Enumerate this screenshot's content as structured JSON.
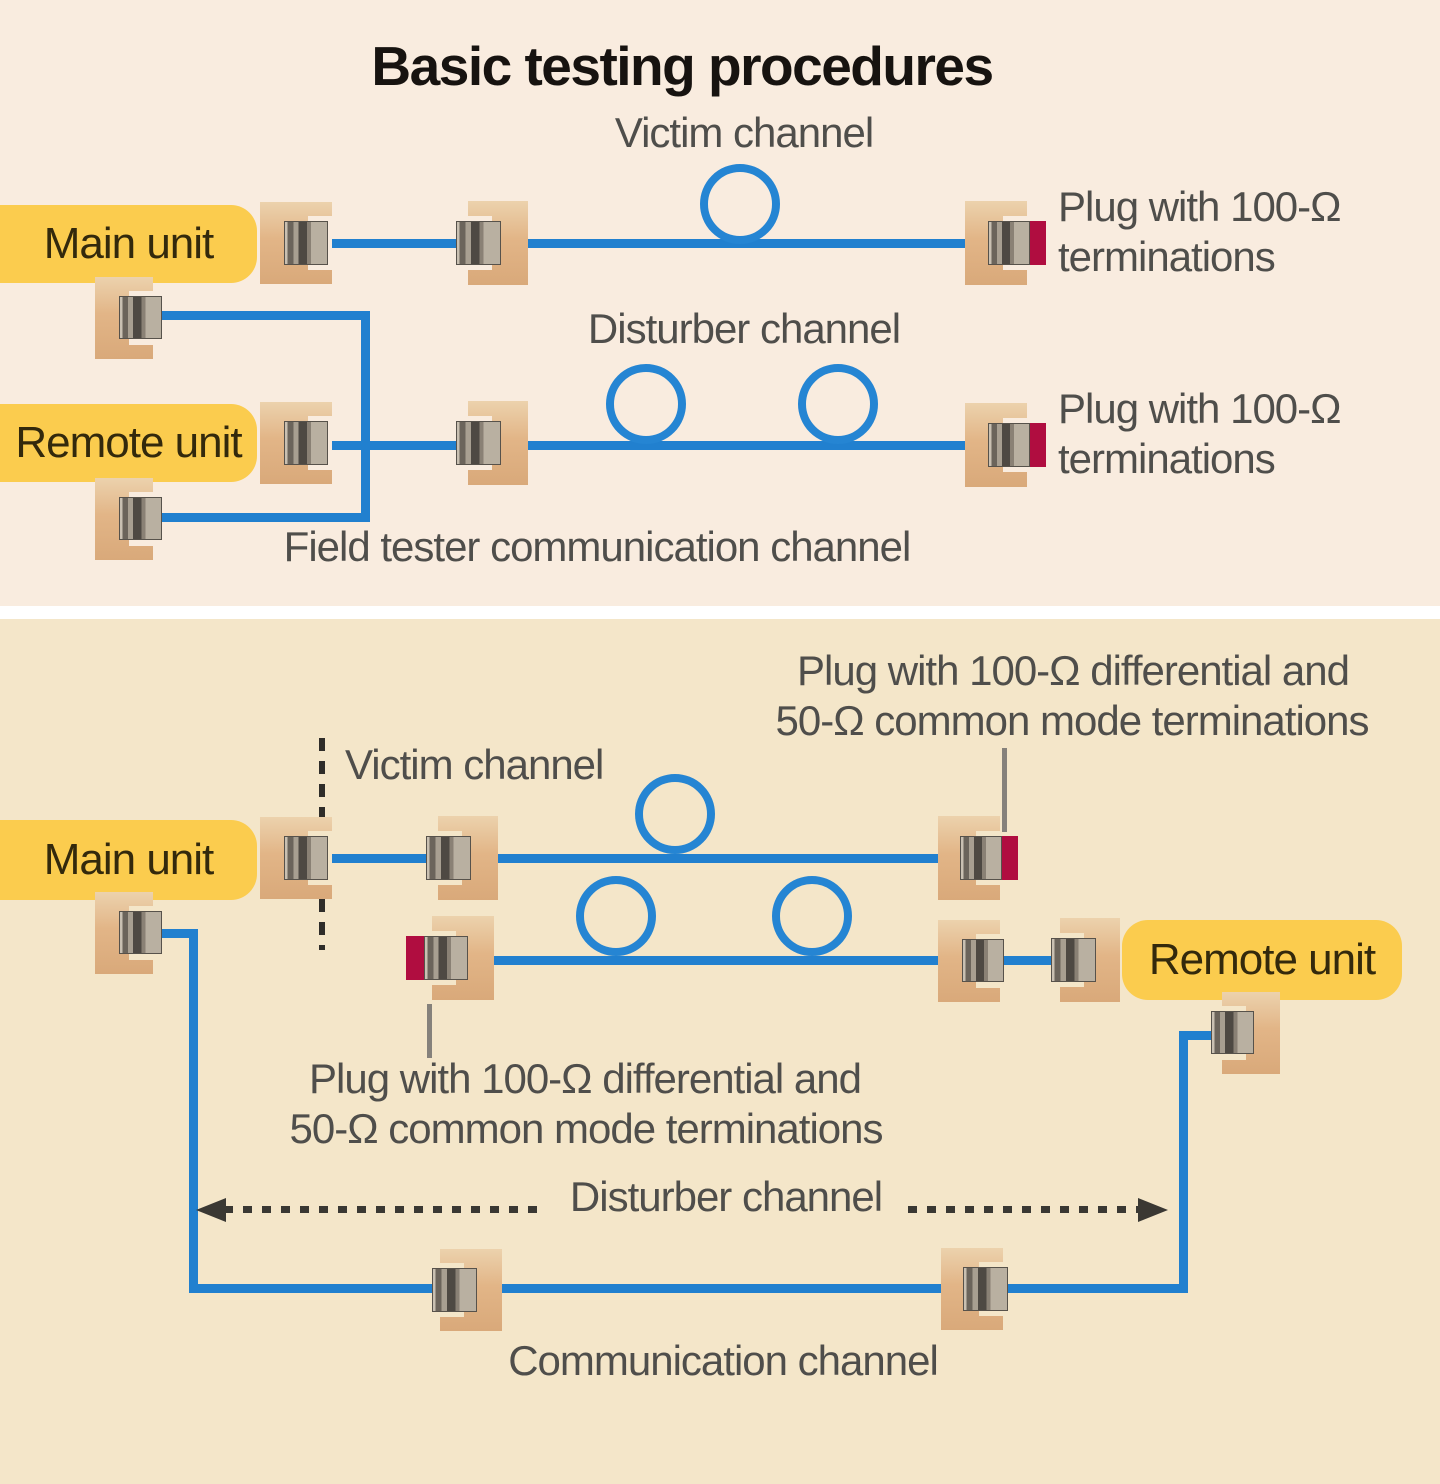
{
  "title": "Basic testing procedures",
  "palette": {
    "background_top": "#f9ecdf",
    "background_bottom": "#f4e6c9",
    "cable_blue": "#2180cf",
    "unit_yellow": "#fbcc4e",
    "jack_tan": "#e2b587",
    "plug_gray": "#8a8175",
    "termination_red": "#b00d40",
    "label_gray": "#4f4e4b",
    "title_black": "#171310"
  },
  "top_diagram": {
    "main_unit": "Main unit",
    "remote_unit": "Remote unit",
    "victim_channel": "Victim channel",
    "disturber_channel": "Disturber channel",
    "field_tester_channel": "Field tester communication channel",
    "victim_plug_label": {
      "line1": "Plug with 100-Ω",
      "line2": "terminations"
    },
    "disturber_plug_label": {
      "line1": "Plug with 100-Ω",
      "line2": "terminations"
    }
  },
  "bottom_diagram": {
    "main_unit": "Main unit",
    "remote_unit": "Remote unit",
    "victim_channel": "Victim channel",
    "disturber_channel": "Disturber channel",
    "communication_channel": "Communication channel",
    "victim_plug_label": {
      "line1": "Plug with 100-Ω differential and",
      "line2": "50-Ω common mode terminations"
    },
    "disturber_plug_label": {
      "line1": "Plug with 100-Ω differential and",
      "line2": "50-Ω common mode terminations"
    }
  }
}
